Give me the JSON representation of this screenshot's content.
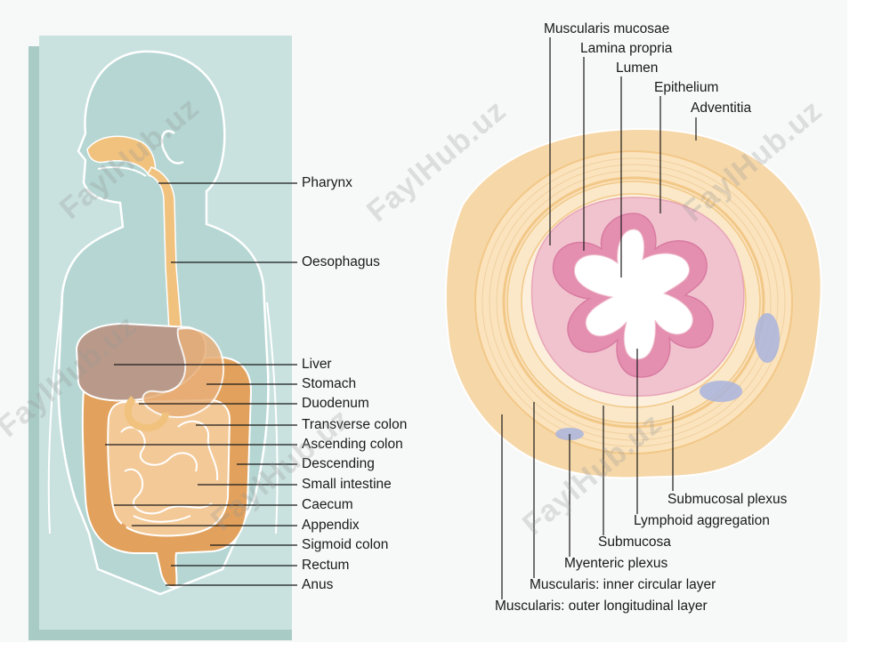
{
  "digestive_tract_labels": {
    "pharynx": "Pharynx",
    "oesophagus": "Oesophagus",
    "liver": "Liver",
    "stomach": "Stomach",
    "duodenum": "Duodenum",
    "transverse_colon": "Transverse colon",
    "ascending_colon": "Ascending colon",
    "descending": "Descending",
    "small_intestine": "Small intestine",
    "caecum": "Caecum",
    "appendix": "Appendix",
    "sigmoid_colon": "Sigmoid colon",
    "rectum": "Rectum",
    "anus": "Anus"
  },
  "cross_section_labels": {
    "muscularis_mucosae": "Muscularis mucosae",
    "lamina_propria": "Lamina propria",
    "lumen": "Lumen",
    "epithelium": "Epithelium",
    "adventitia": "Adventitia",
    "submucosal_plexus": "Submucosal plexus",
    "lymphoid_aggregation": "Lymphoid aggregation",
    "submucosa": "Submucosa",
    "myenteric_plexus": "Myenteric plexus",
    "muscularis_inner": "Muscularis: inner circular layer",
    "muscularis_outer": "Muscularis: outer longitudinal layer"
  },
  "watermark": "FaylHub.uz",
  "colors": {
    "panel_bg": "#c9e2df",
    "panel_shadow": "#a9cbc6",
    "body_silhouette": "#b5d6d2",
    "outline": "#ffffff",
    "tract": "#f1c27d",
    "organ_dark": "#e2a15c",
    "liver": "#b99a8a",
    "adventitia": "#f6d7a8",
    "muscle": "#fbe3bd",
    "mucosa_pink": "#f1c3cf",
    "epithelium": "#e48fb0",
    "lumen": "#ffffff",
    "plexus": "#a8b4de"
  }
}
